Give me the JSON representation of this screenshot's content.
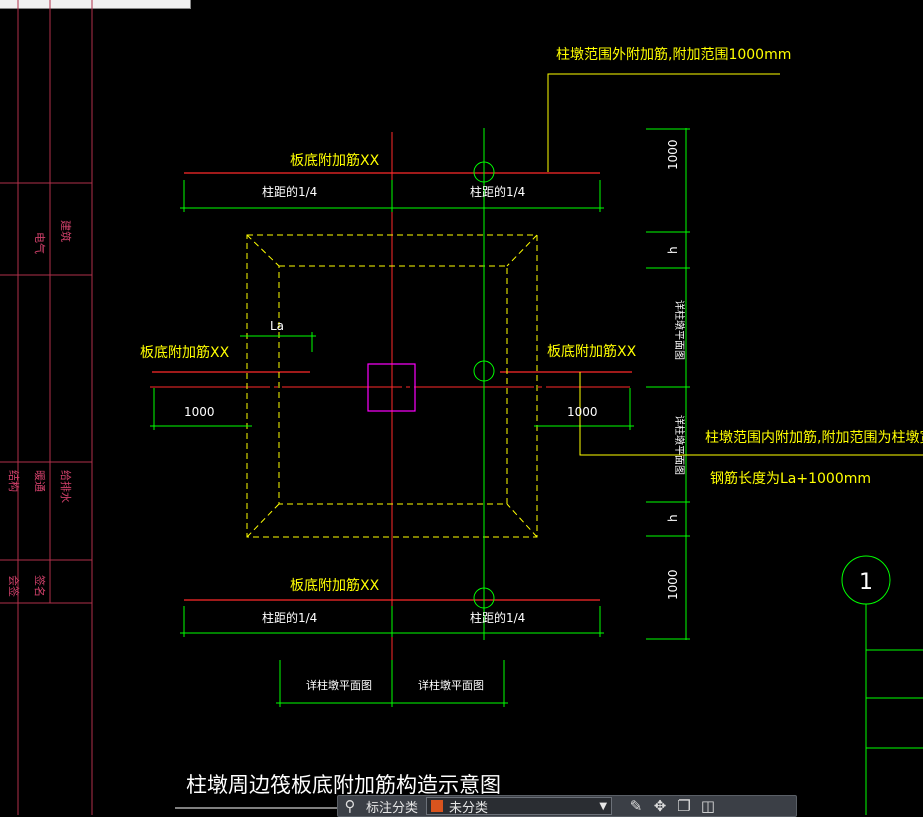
{
  "drawing": {
    "title": "柱墩周边筏板底附加筋构造示意图",
    "labels": {
      "outer_extra_rebar": "柱墩范围外附加筋,附加范围1000mm",
      "inner_extra_rebar": "柱墩范围内附加筋,附加范围为柱墩宽度",
      "rebar_length": "钢筋长度为La+1000mm",
      "slab_bottom_top": "板底附加筋XX",
      "slab_bottom_bottom": "板底附加筋XX",
      "slab_bottom_left": "板底附加筋XX",
      "slab_bottom_right": "板底附加筋XX",
      "quarter_span_tl": "柱距的1/4",
      "quarter_span_tr": "柱距的1/4",
      "quarter_span_bl": "柱距的1/4",
      "quarter_span_br": "柱距的1/4",
      "la": "La",
      "dim_left": "1000",
      "dim_right": "1000",
      "dim_r_top": "1000",
      "dim_r_h1": "h",
      "dim_r_plan1": "详柱墩平面图",
      "dim_r_plan2": "详柱墩平面图",
      "dim_r_h2": "h",
      "dim_r_bottom": "1000",
      "plan_b1": "详柱墩平面图",
      "plan_b2": "详柱墩平面图",
      "grid_bubble": "1"
    },
    "colors": {
      "red": "#ff2a2a",
      "green": "#00ff00",
      "yellow": "#ffff00",
      "magenta": "#ff00ff",
      "frame": "#b0304a"
    }
  },
  "titleblock": {
    "t1": "电气",
    "t2": "暖通",
    "t3": "给排水",
    "t4": "结构",
    "t5": "建筑",
    "t6": "签名",
    "t7": "会签"
  },
  "toolbar": {
    "label": "标注分类",
    "select_value": "未分类",
    "icons": [
      "group-icon",
      "edit-icon",
      "move-icon",
      "copy-icon",
      "delete-icon"
    ]
  }
}
